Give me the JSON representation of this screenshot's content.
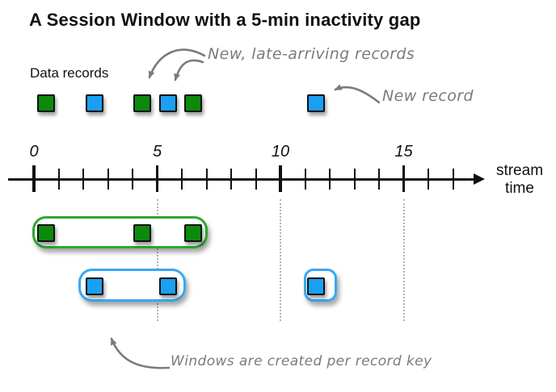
{
  "title": "A Session Window with a 5-min inactivity gap",
  "labels": {
    "data_records": "Data records",
    "new_late_arriving": "New, late-arriving records",
    "new_record": "New record",
    "windows_note": "Windows are created per record key",
    "stream_time_line1": "stream",
    "stream_time_line2": "time"
  },
  "colors": {
    "record_green": "#0b8a0b",
    "record_blue": "#1b9ff2",
    "window_green_border": "#2ea82e",
    "window_blue_border": "#35a9f5",
    "annotation_gray": "#7b7b7b",
    "axis_black": "#111111",
    "dotted_gray": "#b3b3b3"
  },
  "chart_data": {
    "type": "diagram-timeline",
    "axis": {
      "min": 0,
      "max": 17,
      "major_ticks": [
        0,
        5,
        10,
        15
      ],
      "tick_labels": [
        "0",
        "5",
        "10",
        "15"
      ],
      "minor_step": 1,
      "unit_label": "stream time"
    },
    "dotted_guides_at": [
      5,
      10,
      15
    ],
    "records": [
      {
        "color": "green",
        "time": 0.5
      },
      {
        "color": "blue",
        "time": 2.45
      },
      {
        "color": "green",
        "time": 4.4,
        "note": "new-late-arriving"
      },
      {
        "color": "blue",
        "time": 5.45,
        "note": "new-late-arriving"
      },
      {
        "color": "green",
        "time": 6.45
      },
      {
        "color": "blue",
        "time": 11.45,
        "note": "new-record"
      }
    ],
    "windows": [
      {
        "key": "green",
        "row": 0,
        "start": -0.05,
        "end": 7.05,
        "record_times": [
          0.5,
          4.4,
          6.45
        ]
      },
      {
        "key": "blue",
        "row": 1,
        "start": 1.8,
        "end": 6.15,
        "record_times": [
          2.45,
          5.45
        ]
      },
      {
        "key": "blue",
        "row": 1,
        "start": 10.95,
        "end": 12.3,
        "record_times": [
          11.45
        ]
      }
    ]
  }
}
